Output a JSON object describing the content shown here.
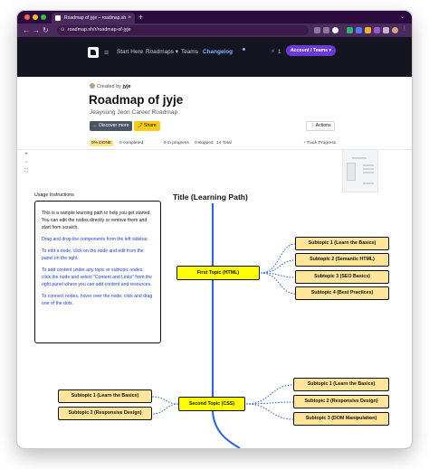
{
  "browser": {
    "tab_title": "Roadmap of jyje – roadmap.sh",
    "new_tab": "+",
    "url": "roadmap.sh/r/roadmap-of-jyje",
    "nav": {
      "back": "←",
      "forward": "→",
      "reload": "↻"
    }
  },
  "header": {
    "nav_items": [
      "Start Here",
      "Roadmaps",
      "Teams",
      "Changelog"
    ],
    "roadmaps_chevron": "▾",
    "streak_count": "1",
    "account_label": "Account / Teams ▾"
  },
  "roadmap": {
    "created_prefix": "Created by",
    "creator": "jyje",
    "title": "Roadmap of jyje",
    "subtitle": "Jeayoung Jeon Career Roadmap",
    "discover_label": "← Discover more",
    "share_label": "Share",
    "actions_label": "⋮ Actions",
    "progress": {
      "done": "0% DONE",
      "completed": "0 completed",
      "in_progress": "0 in progress",
      "skipped": "0 skipped",
      "total": "14 Total",
      "track": "Track Progress"
    }
  },
  "canvas": {
    "zoom_in": "+",
    "zoom_out": "−",
    "fit": "⛶",
    "title": "Title (Learning Path)",
    "instructions": {
      "label": "Usage Instructions",
      "paragraphs": [
        "This is a sample learning path to help you get started. You can edit the nodes directly or remove them and start from scratch.",
        "Drag and drop the components from the left sidebar.",
        "To edit a node, click on the node and edit from the panel on the right.",
        "To add content under any topic or subtopic nodes, click the node and select \"Content and Links\" from the right panel where you can add content and resources.",
        "To connect nodes, hover over the node, click and drag one of the dots."
      ]
    },
    "topics": [
      "First Topic (HTML)",
      "Second Topic (CSS)"
    ],
    "subtopics_right_1": [
      "Subtopic 1 (Learn the Basics)",
      "Subtopic 2 (Semantic HTML)",
      "Subtopic 3 (SEO Basics)",
      "Subtopic 4 (Best Practices)"
    ],
    "subtopics_left_2": [
      "Subtopic 1 (Learn the Basics)",
      "Subtopic 2 (Responsive Design)"
    ],
    "subtopics_right_2": [
      "Subtopic 1 (Learn the Basics)",
      "Subtopic 2 (Responsive Design)",
      "Subtopic 3 (DOM Manipulation)"
    ]
  },
  "colors": {
    "chrome_tabbar": "#2b0a3d",
    "chrome_addressbar": "#4a2a5c",
    "site_header": "#151521",
    "accent_purple": "#6b3ad6",
    "topic_fill": "#ffff00",
    "subtopic_fill": "#ffe599",
    "connector_blue": "#2563eb"
  }
}
